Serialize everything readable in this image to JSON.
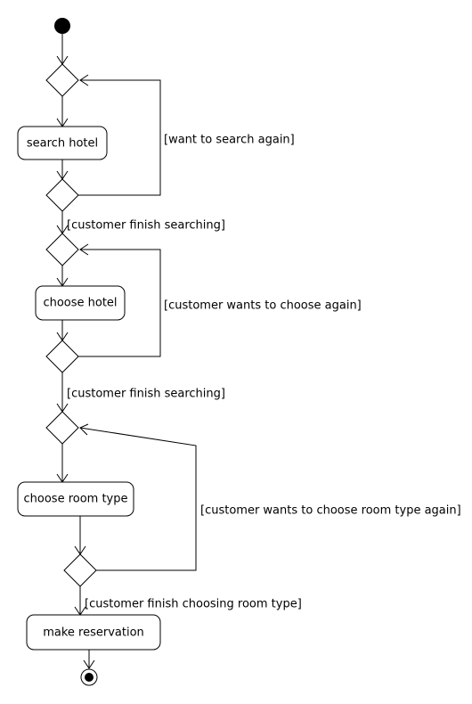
{
  "activities": {
    "search_hotel": "search hotel",
    "choose_hotel": "choose hotel",
    "choose_room_type": "choose room type",
    "make_reservation": "make reservation"
  },
  "guards": {
    "search_again": "[want to search again]",
    "finish_search_1": "[customer finish searching]",
    "choose_hotel_again": "[customer wants to choose again]",
    "finish_search_2": "[customer finish searching]",
    "choose_room_again": "[customer wants to choose room type again]",
    "finish_room": "[customer finish choosing room type]"
  }
}
